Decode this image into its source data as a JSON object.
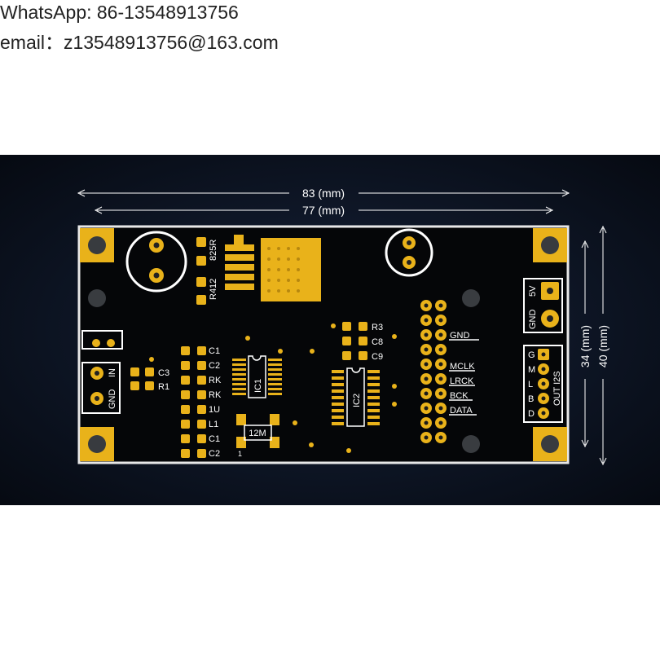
{
  "contact": {
    "whatsapp": "WhatsApp:  86-13548913756",
    "email": "email：z13548913756@163.com"
  },
  "dimensions": {
    "outer_width": "83 (mm)",
    "inner_width": "77 (mm)",
    "inner_height": "34 (mm)",
    "outer_height": "40 (mm)"
  },
  "board": {
    "labels": {
      "r_825": "825R",
      "r_412": "R412",
      "c3": "C3",
      "r1": "R1",
      "in": "IN",
      "gnd_in": "GND",
      "c1a": "C1",
      "c2a": "C2",
      "rk1": "RK",
      "rk2": "RK",
      "one_u": "1U",
      "l1": "L1",
      "c1b": "C1",
      "c2b": "C2",
      "ic1": "IC1",
      "ic2": "IC2",
      "r3": "R3",
      "c8": "C8",
      "c9": "C9",
      "xtal": "12M",
      "pin1": "1",
      "gnd_hdr": "GND",
      "mclk": "MCLK",
      "lrck": "LRCK",
      "bck": "BCK",
      "data": "DATA",
      "pwr_5v": "5V",
      "pwr_gnd": "GND",
      "g": "G",
      "m": "M",
      "l": "L",
      "b": "B",
      "d": "D",
      "out_i2s": "OUT I2S"
    }
  },
  "colors": {
    "background": "#0b121e",
    "board": "#050608",
    "gold": "#e9b21a",
    "silk": "#ffffff"
  }
}
